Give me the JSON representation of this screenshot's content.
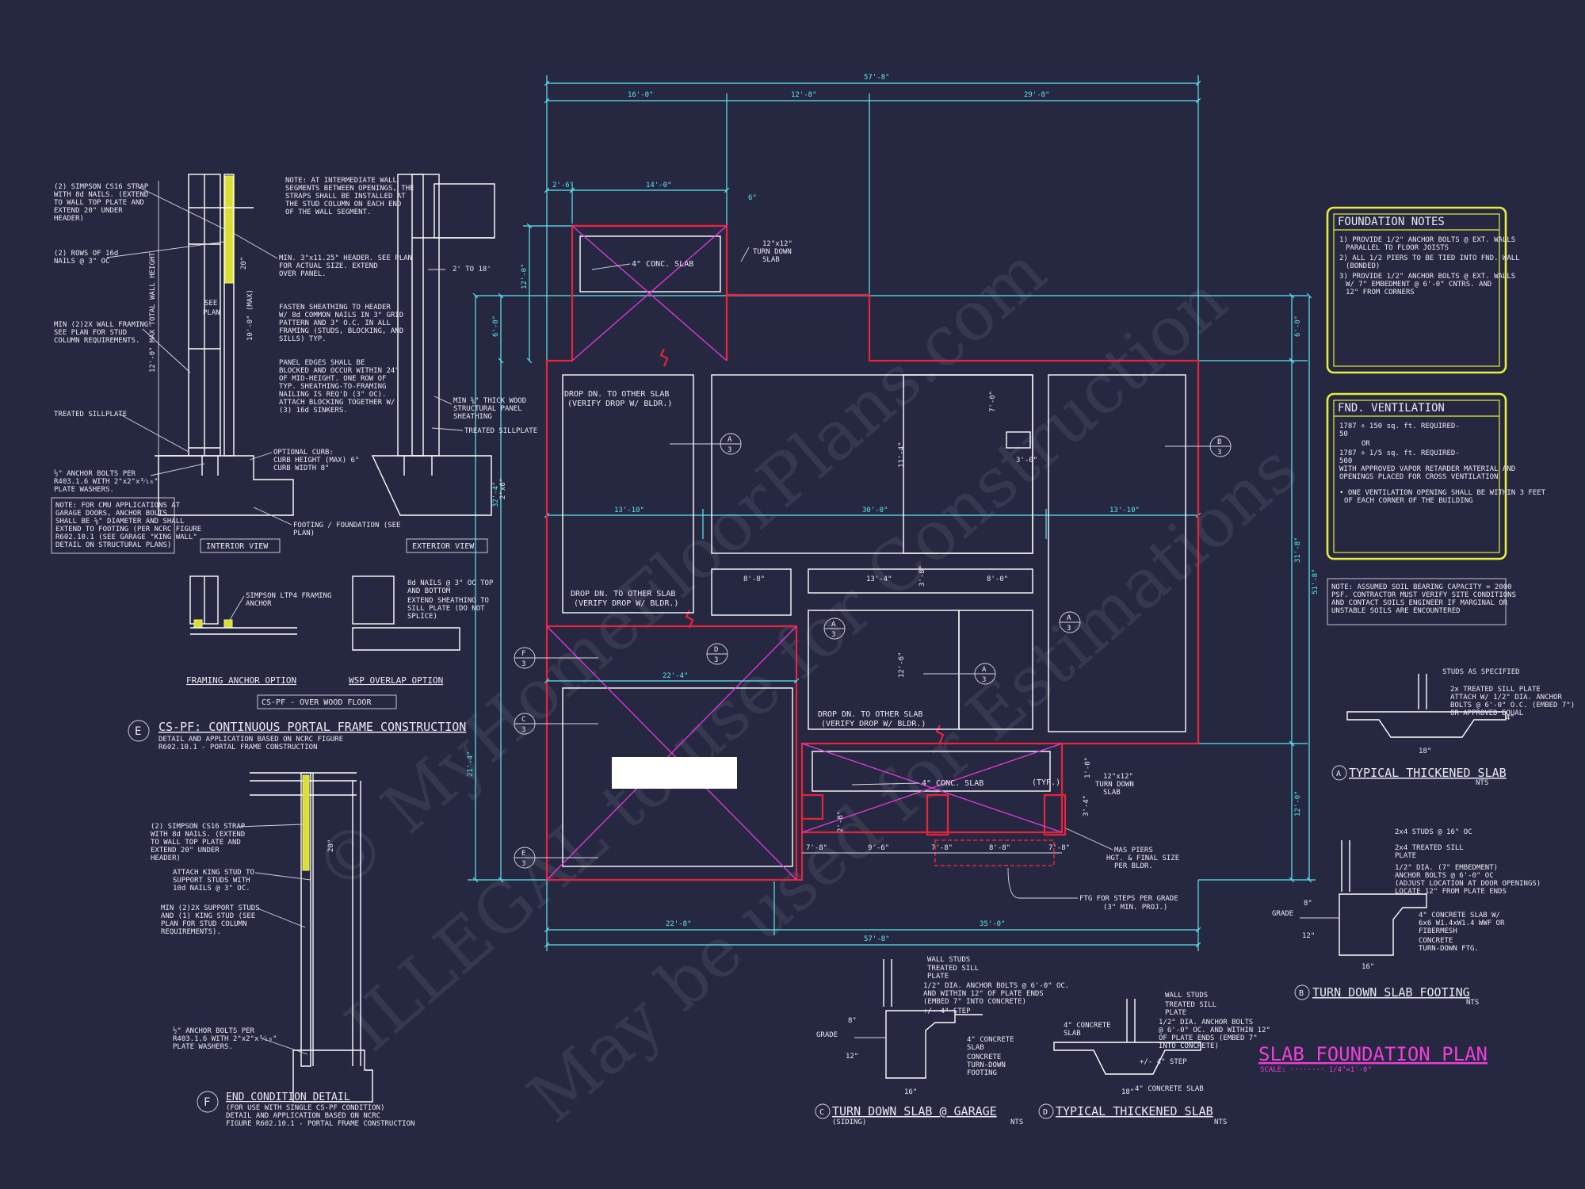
{
  "dimensions": {
    "top_overall": "57'-8\"",
    "top_left": "16'-0\"",
    "top_mid": "12'-8\"",
    "top_right": "29'-0\"",
    "garage_left": "2'-6\"",
    "garage_width": "14'-0\"",
    "small_6": "6\"",
    "left_12": "12'-0\"",
    "left_6": "6'-0\"",
    "right_6": "6'-0\"",
    "right_31": "31'-8\"",
    "right_51": "51'-8\"",
    "right_12": "12'-0\"",
    "left_21": "21'-4\"",
    "left_32": "32'-4\"",
    "mid_13l": "13'-10\"",
    "mid_30": "30'-0\"",
    "mid_13r": "13'-10\"",
    "room_8a": "8'-8\"",
    "room_13": "13'-4\"",
    "room_8b": "8'-0\"",
    "room_3": "3'-8\"",
    "room_11": "11'-4\"",
    "room_7": "7'-0\"",
    "room_3b": "3'-0\"",
    "room_12": "12'-6\"",
    "garage_22": "22'-4\"",
    "porch_7a": "7'-8\"",
    "porch_9": "9'-6\"",
    "porch_7b": "7'-8\"",
    "porch_8": "8'-8\"",
    "porch_7c": "7'-8\"",
    "porch_2": "2'-8\"",
    "porch_3": "3'-4\"",
    "porch_1": "1'-0\"",
    "bottom_left": "22'-8\"",
    "bottom_right": "35'-0\"",
    "bottom_overall": "57'-8\""
  },
  "plan": {
    "conc_slab_top": "4\" CONC. SLAB",
    "turn_down_1": "12\"x12\"",
    "turn_down_2": "TURN DOWN",
    "turn_down_3": "SLAB",
    "drop_1a": "DROP DN. TO OTHER SLAB",
    "drop_1b": "(VERIFY DROP W/ BLDR.)",
    "drop_2a": "DROP DN. TO OTHER SLAB",
    "drop_2b": "(VERIFY DROP W/ BLDR.)",
    "drop_3a": "DROP DN. TO OTHER SLAB",
    "drop_3b": "(VERIFY DROP W/ BLDR.)",
    "conc_slab_porch": "4\" CONC. SLAB",
    "typ": "(TYP.)",
    "porch_td1": "12\"x12\"",
    "porch_td2": "TURN DOWN",
    "porch_td3": "SLAB",
    "mas_1": "MAS PIERS",
    "mas_2": "HGT. & FINAL SIZE",
    "mas_3": "PER BLDR.",
    "ftg_1": "FTG FOR STEPS PER GRADE",
    "ftg_2": "(3\" MIN. PROJ.)",
    "tag_a": "A",
    "tag_b": "B",
    "tag_c": "C",
    "tag_d": "D",
    "tag_e": "E",
    "tag_f": "F",
    "tag_3": "3"
  },
  "detail_e": {
    "n1": "(2) SIMPSON CS16 STRAP",
    "n2": "WITH 8d NAILS. (EXTEND",
    "n3": "TO WALL TOP PLATE AND",
    "n4": "EXTEND 20\" UNDER",
    "n5": "HEADER)",
    "n6": "(2) ROWS OF 16d",
    "n7": "NAILS @ 3\" OC",
    "n8": "MIN (2)2X WALL FRAMING.",
    "n9": "SEE PLAN FOR STUD",
    "n10": "COLUMN REQUIREMENTS.",
    "n11": "TREATED SILLPLATE",
    "n12": "½\" ANCHOR BOLTS PER",
    "n13": "R403.1.6 WITH 2\"x2\"x³⁄₁₆\"",
    "n14": "PLATE WASHERS.",
    "n15": "NOTE: FOR CMU APPLICATIONS AT",
    "n16": "GARAGE DOORS, ANCHOR BOLTS",
    "n17": "SHALL BE ⅝\" DIAMETER AND SHALL",
    "n18": "EXTEND TO FOOTING (PER NCRC FIGURE",
    "n19": "R602.10.1 (SEE GARAGE \"KING WALL\"",
    "n20": "DETAIL ON STRUCTURAL PLANS)",
    "m1": "NOTE: AT INTERMEDIATE WALL",
    "m2": "SEGMENTS BETWEEN OPENINGS, THE",
    "m3": "STRAPS SHALL BE INSTALLED AT",
    "m4": "THE STUD COLUMN ON EACH END",
    "m5": "OF THE WALL SEGMENT.",
    "m6": "MIN. 3\"x11.25\" HEADER. SEE PLAN",
    "m7": "FOR ACTUAL SIZE. EXTEND",
    "m8": "OVER PANEL.",
    "m9": "FASTEN SHEATHING TO HEADER",
    "m10": "W/ 8d COMMON NAILS IN 3\" GRID",
    "m11": "PATTERN AND 3\" O.C. IN ALL",
    "m12": "FRAMING (STUDS, BLOCKING, AND",
    "m13": "SILLS) TYP.",
    "m14": "PANEL EDGES SHALL BE",
    "m15": "BLOCKED AND OCCUR WITHIN 24\"",
    "m16": "OF MID-HEIGHT. ONE ROW OF",
    "m17": "TYP. SHEATHING-TO-FRAMING",
    "m18": "NAILING IS REQ'D (3\" OC).",
    "m19": "ATTACH BLOCKING TOGETHER W/",
    "m20": "(3) 16d SINKERS.",
    "m21": "OPTIONAL CURB:",
    "m22": "CURB HEIGHT (MAX) 6\"",
    "m23": "CURB WIDTH 8\"",
    "m24": "FOOTING / FOUNDATION (SEE",
    "m25": "PLAN)",
    "see": "SEE",
    "plan": "PLAN",
    "d20": "20\"",
    "wall_height": "12'-0\" MAX TOTAL WALL HEIGHT",
    "max10": "10'-0\" (MAX)",
    "r1": "2' TO 18'",
    "r2": "MIN ⅜\" THICK WOOD",
    "r3": "STRUCTURAL PANEL",
    "r4": "SHEATHING",
    "r5": "TREATED SILLPLATE",
    "r6": "2\"x6\"",
    "interior": "INTERIOR VIEW",
    "exterior": "EXTERIOR VIEW",
    "fa1": "SIMPSON LTP4 FRAMING",
    "fa2": "ANCHOR",
    "wo1": "8d NAILS @ 3\" OC TOP",
    "wo2": "AND BOTTOM",
    "wo3": "EXTEND SHEATHING TO",
    "wo4": "SILL PLATE (DO NOT",
    "wo5": "SPLICE)",
    "framing_anchor": "FRAMING ANCHOR OPTION",
    "wsp_overlap": "WSP OVERLAP OPTION",
    "over_wood": "CS-PF - OVER WOOD FLOOR",
    "letter": "E",
    "title": "CS-PF: CONTINUOUS PORTAL FRAME CONSTRUCTION",
    "sub1": "DETAIL AND APPLICATION BASED ON NCRC FIGURE",
    "sub2": "R602.10.1 - PORTAL FRAME CONSTRUCTION"
  },
  "detail_f": {
    "n1": "(2) SIMPSON CS16 STRAP",
    "n2": "WITH 8d NAILS. (EXTEND",
    "n3": "TO WALL TOP PLATE AND",
    "n4": "EXTEND 20\" UNDER",
    "n5": "HEADER)",
    "n6": "ATTACH KING STUD TO",
    "n7": "SUPPORT STUDS WITH",
    "n8": "10d NAILS @ 3\" OC.",
    "n9": "MIN (2)2X SUPPORT STUDS",
    "n10": "AND (1) KING STUD (SEE",
    "n11": "PLAN FOR STUD COLUMN",
    "n12": "REQUIREMENTS).",
    "n13": "½\" ANCHOR BOLTS PER",
    "n14": "R403.1.6 WITH 2\"x2\"x³⁄₁₆\"",
    "n15": "PLATE WASHERS.",
    "d20": "20\"",
    "letter": "F",
    "title": "END CONDITION DETAIL",
    "sub1": "(FOR USE WITH SINGLE CS-PF CONDITION)",
    "sub2": "DETAIL AND APPLICATION BASED ON NCRC",
    "sub3": "FIGURE R602.10.1 - PORTAL FRAME CONSTRUCTION"
  },
  "detail_c": {
    "n1": "WALL STUDS",
    "n2": "TREATED SILL",
    "n3": "PLATE",
    "n4": "1/2\" DIA. ANCHOR BOLTS @ 6'-0\" OC.",
    "n5": "AND WITHIN 12\" OF PLATE ENDS",
    "n6": "(EMBED 7\" INTO CONCRETE)",
    "n7": "+/- 4\" STEP",
    "n8": "4\" CONCRETE",
    "n9": "SLAB",
    "n10": "CONCRETE",
    "n11": "TURN-DOWN",
    "n12": "FOOTING",
    "grade": "GRADE",
    "d8": "8\"",
    "d12": "12\"",
    "d16": "16\"",
    "letter": "C",
    "title": "TURN DOWN SLAB @ GARAGE",
    "sub": "(SIDING)",
    "nts": "NTS"
  },
  "detail_d": {
    "n1": "WALL STUDS",
    "n2": "TREATED SILL",
    "n3": "PLATE",
    "n4": "1/2\" DIA. ANCHOR BOLTS",
    "n5": "@ 6'-0\" OC. AND WITHIN 12\"",
    "n6": "OF PLATE ENDS (EMBED 7\"",
    "n7": "INTO CONCRETE)",
    "n8": "+/- 4\" STEP",
    "n9": "4\" CONCRETE",
    "n10": "SLAB",
    "n11": "4\" CONCRETE SLAB",
    "d18": "18\"",
    "letter": "D",
    "title": "TYPICAL THICKENED SLAB",
    "nts": "NTS"
  },
  "detail_a": {
    "n1": "STUDS AS SPECIFIED",
    "n2": "2x TREATED SILL PLATE",
    "n3": "ATTACH W/ 1/2\" DIA. ANCHOR",
    "n4": "BOLTS @ 6'-0\" O.C. (EMBED 7\")",
    "n5": "OR APPROVED EQUAL",
    "d4": "4\"",
    "d18": "18\"",
    "letter": "A",
    "title": "TYPICAL THICKENED SLAB",
    "nts": "NTS"
  },
  "detail_b": {
    "n1": "2x4 STUDS @ 16\" OC",
    "n2": "2x4 TREATED SILL",
    "n3": "PLATE",
    "n4": "1/2\" DIA. (7\" EMBEDMENT)",
    "n5": "ANCHOR BOLTS @ 6'-0\" OC",
    "n6": "(ADJUST LOCATION AT DOOR OPENINGS)",
    "n7": "LOCATE 12\" FROM PLATE ENDS",
    "n8": "4\" CONCRETE SLAB W/",
    "n9": "6x6 W1.4xW1.4 WWF OR",
    "n10": "FIBERMESH",
    "n11": "CONCRETE",
    "n12": "TURN-DOWN FTG.",
    "grade": "GRADE",
    "d8": "8\"",
    "d12": "12\"",
    "d16": "16\"",
    "letter": "B",
    "title": "TURN DOWN SLAB FOOTING",
    "nts": "NTS"
  },
  "foundation_notes": {
    "title": "FOUNDATION NOTES",
    "l1": "1) PROVIDE 1/2\" ANCHOR BOLTS @ EXT. WALLS",
    "l2": "PARALLEL TO FLOOR JOISTS",
    "l3": "2) ALL 1/2 PIERS TO BE TIED INTO FND. WALL",
    "l4": "(BONDED)",
    "l5": "3) PROVIDE 1/2\" ANCHOR BOLTS @ EXT. WALLS",
    "l6": "W/ 7\" EMBEDMENT @ 6'-0\" CNTRS. AND",
    "l7": "12\" FROM CORNERS"
  },
  "fnd_ventilation": {
    "title": "FND. VENTILATION",
    "l1": "1787 ÷ 150 sq. ft. REQUIRED-",
    "l2": "50",
    "l3": "OR",
    "l4": "1787 ÷ 1/5 sq. ft. REQUIRED-",
    "l5": "500",
    "l6": "WITH APPROVED VAPOR RETARDER MATERIAL AND",
    "l7": "OPENINGS PLACED FOR CROSS VENTILATION",
    "l8": "• ONE VENTILATION OPENING SHALL BE WITHIN 3 FEET",
    "l9": "OF EACH CORNER OF THE BUILDING"
  },
  "soil_note": {
    "l1": "NOTE: ASSUMED SOIL BEARING CAPACITY = 2000",
    "l2": "PSF. CONTRACTOR MUST VERIFY SITE CONDITIONS",
    "l3": "AND CONTACT SOILS ENGINEER IF MARGINAL OR",
    "l4": "UNSTABLE SOILS ARE ENCOUNTERED"
  },
  "sheet": {
    "title": "SLAB FOUNDATION PLAN",
    "scale_label": "SCALE: ········ 1/4\"=1'-0\""
  },
  "watermark": {
    "line1": "© MyHomeFloorPlans.com",
    "line2": "ILLEGAL to use for Construction",
    "line3": "May be used for Estimations"
  },
  "colors": {
    "background": "#262842",
    "dimension": "#5ee8ef",
    "slab_outline": "#e8233a",
    "cross": "#e33ad7",
    "notes_box": "#e6ee3a",
    "title": "#ef3fd8"
  }
}
